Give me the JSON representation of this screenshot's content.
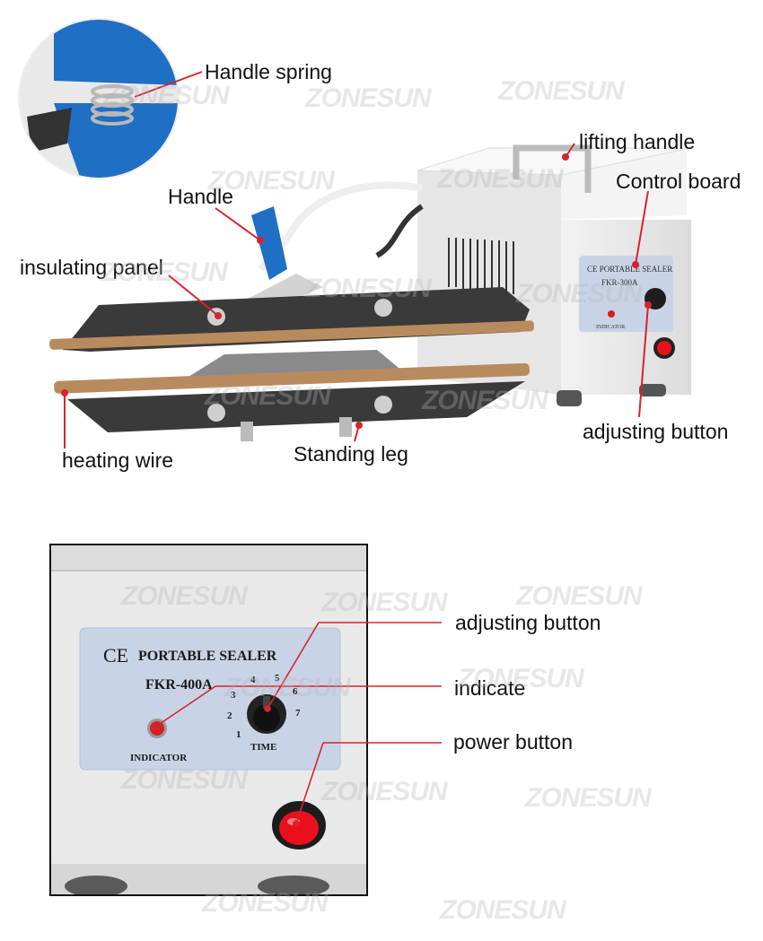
{
  "watermark": "ZONESUN",
  "top": {
    "labels": {
      "handle_spring": "Handle spring",
      "lifting_handle": "lifting handle",
      "control_board": "Control board",
      "handle": "Handle",
      "insulating_panel": "insulating panel",
      "heating_wire": "heating wire",
      "standing_leg": "Standing leg",
      "adjusting_button": "adjusting button"
    },
    "panel_text": {
      "brand": "CE PORTABLE SEALER",
      "model": "FKR-300A",
      "indicator": "INDICATOR"
    }
  },
  "detail": {
    "labels": {
      "adjusting_button": "adjusting button",
      "indicate": "indicate",
      "power_button": "power button"
    },
    "panel": {
      "ce": "CE",
      "title": "PORTABLE SEALER",
      "model": "FKR-400A",
      "indicator": "INDICATOR",
      "time": "TIME",
      "dial_numbers": [
        "1",
        "2",
        "3",
        "4",
        "5",
        "6",
        "7"
      ]
    }
  },
  "colors": {
    "accent_line": "#d8232a",
    "blue_handle": "#1f6fc4",
    "panel_blue": "#c9d3e6",
    "power_red": "#e8111b"
  }
}
